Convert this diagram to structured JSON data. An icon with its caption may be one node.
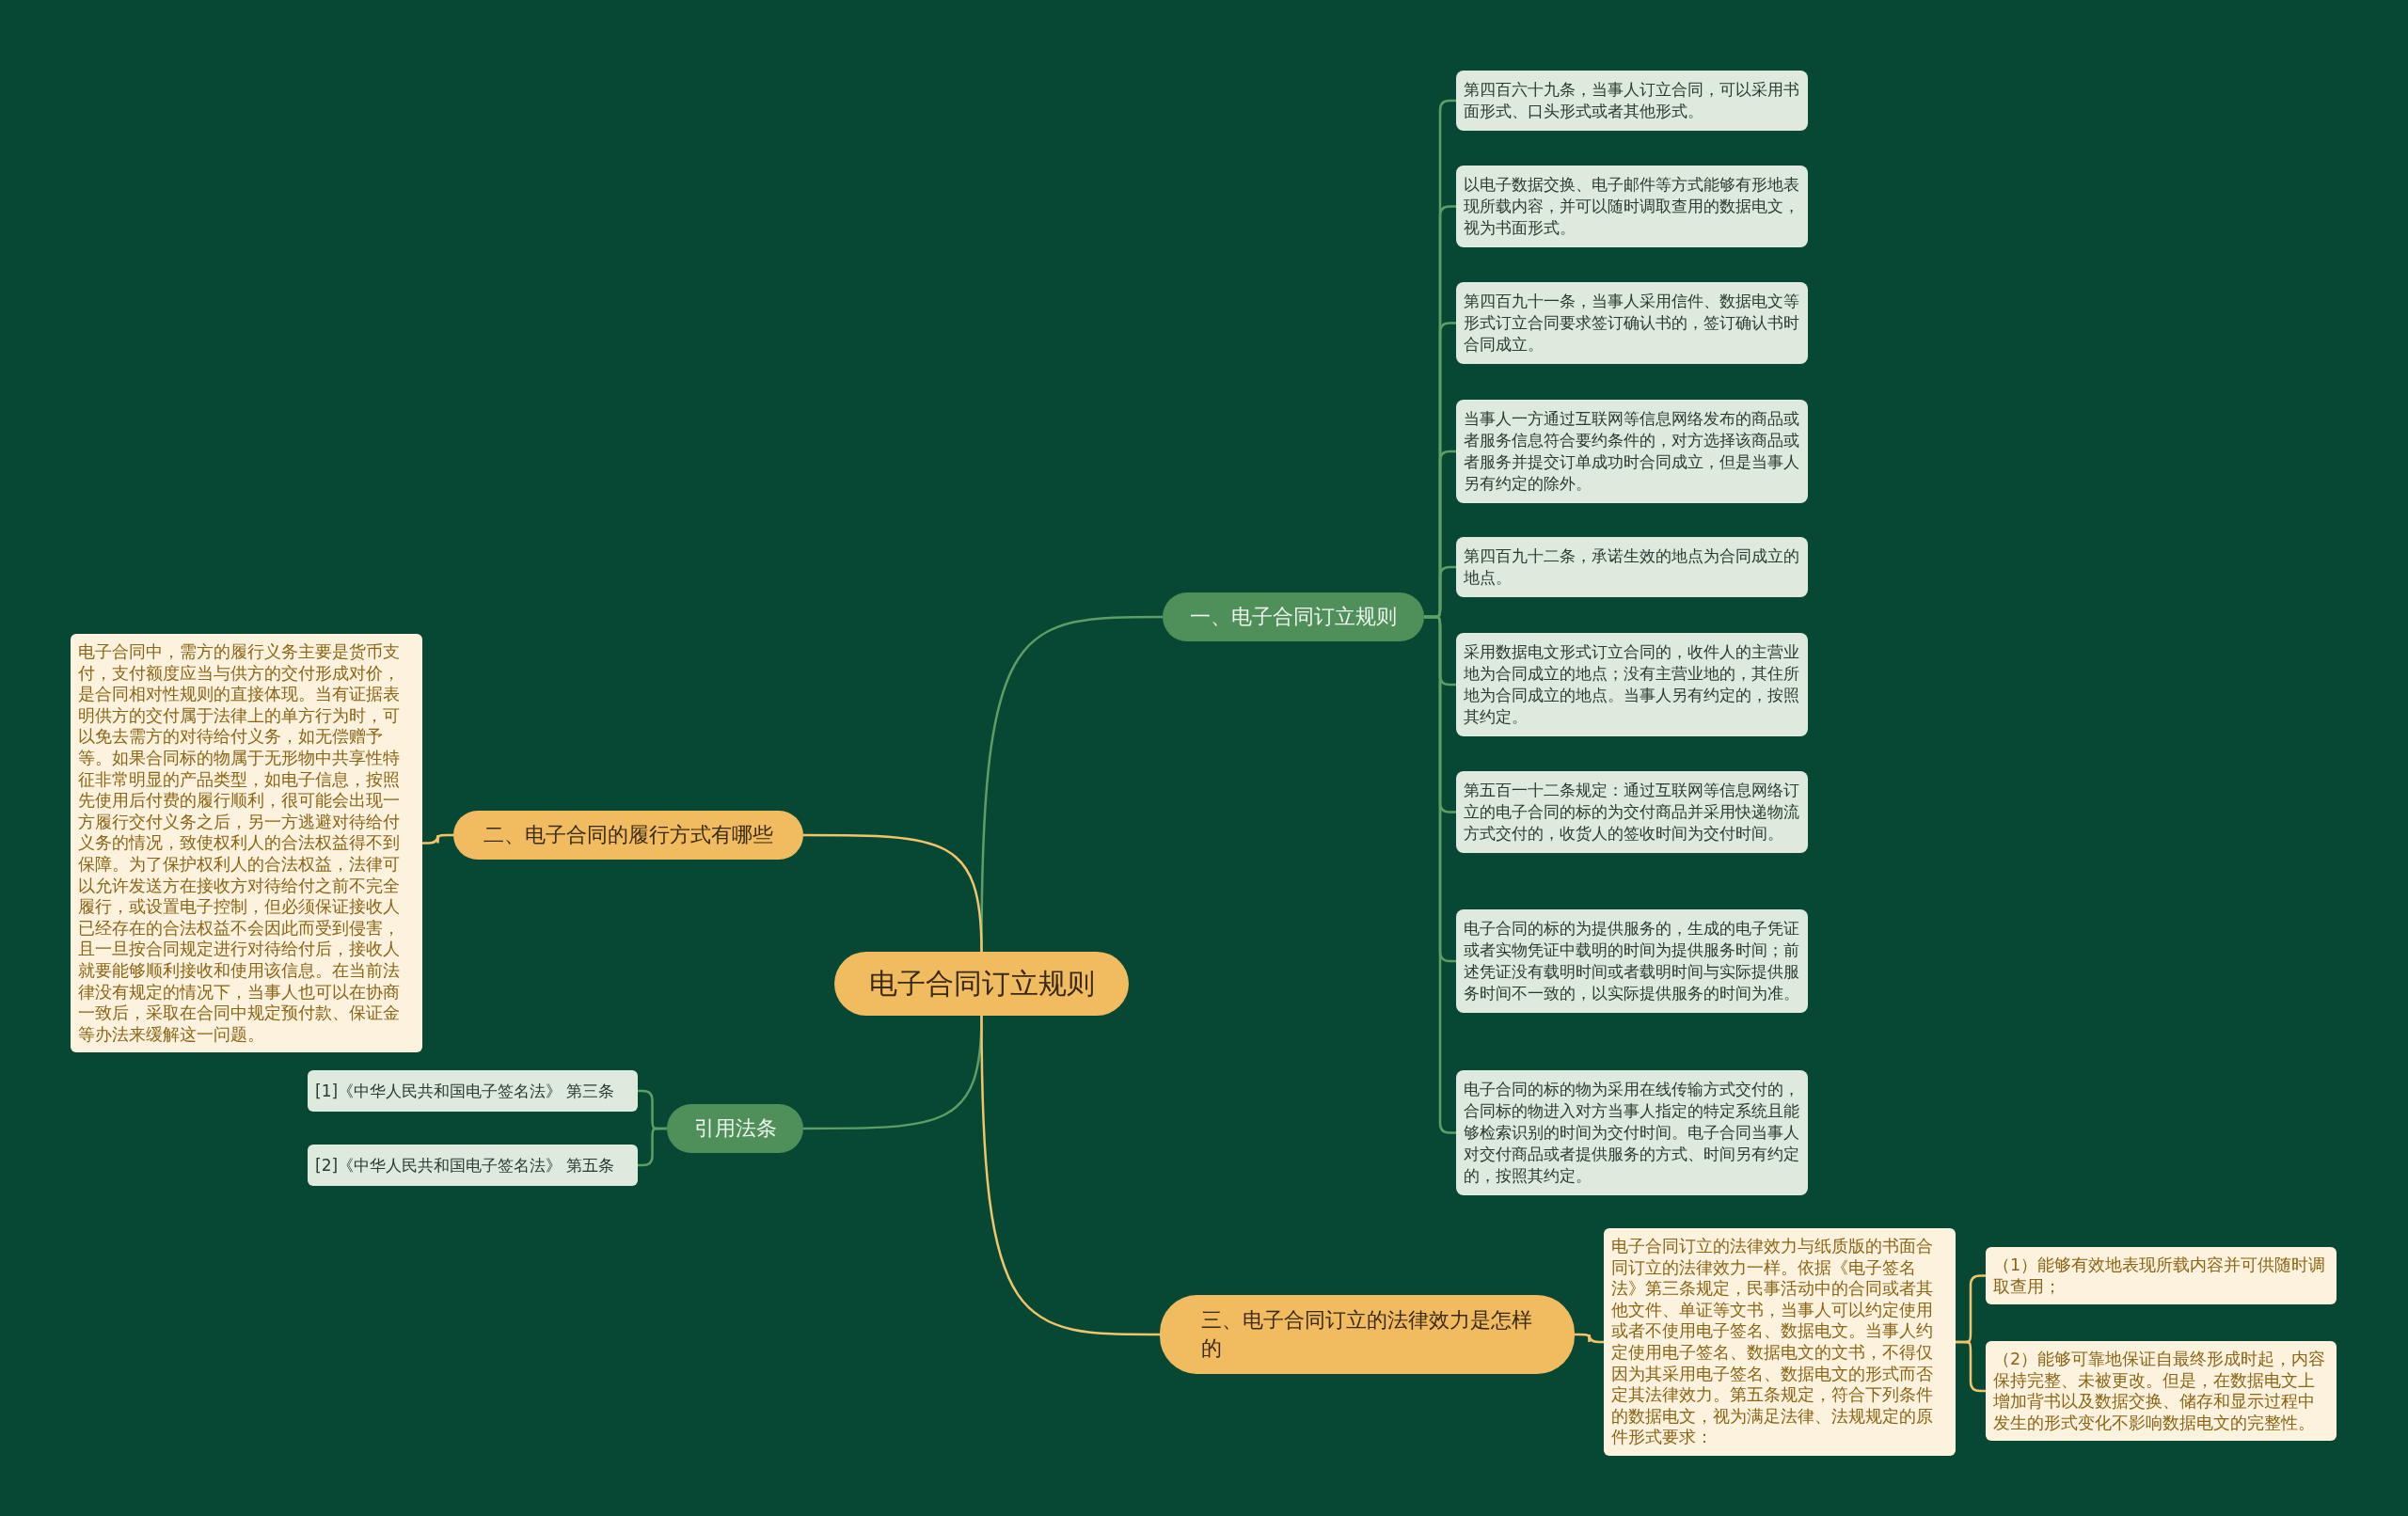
{
  "diagram": {
    "nodes": [
      {
        "text": [
          "电子合同订立规则"
        ]
      },
      {
        "text": [
          "一、电子合同订立规则"
        ]
      },
      {
        "text": [
          "第四百六十九条，当事人订立合同，可以采用书面形式、口头形式或者其他形式。"
        ]
      },
      {
        "text": [
          "以电子数据交换、电子邮件等方式能够有形地表现所载内容，并可以随时调取查用的数据电文，视为书面形式。"
        ]
      },
      {
        "text": [
          "第四百九十一条，当事人采用信件、数据电文等形式订立合同要求签订确认书的，签订确认书时合同成立。"
        ]
      },
      {
        "text": [
          "当事人一方通过互联网等信息网络发布的商品或者服务信息符合要约条件的，对方选择该商品或者服务并提交订单成功时合同成立，但是当事人另有约定的除外。"
        ]
      },
      {
        "text": [
          "第四百九十二条，承诺生效的地点为合同成立的地点。"
        ]
      },
      {
        "text": [
          "采用数据电文形式订立合同的，收件人的主营业地为合同成立的地点；没有主营业地的，其住所地为合同成立的地点。当事人另有约定的，按照其约定。"
        ]
      },
      {
        "text": [
          "第五百一十二条规定：通过互联网等信息网络订立的电子合同的标的为交付商品并采用快递物流方式交付的，收货人的签收时间为交付时间。"
        ]
      },
      {
        "text": [
          "电子合同的标的为提供服务的，生成的电子凭证或者实物凭证中载明的时间为提供服务时间；前述凭证没有载明时间或者载明时间与实际提供服务时间不一致的，以实际提供服务的时间为准。"
        ]
      },
      {
        "text": [
          "电子合同的标的物为采用在线传输方式交付的，合同标的物进入对方当事人指定的特定系统且能够检索识别的时间为交付时间。电子合同当事人对交付商品或者提供服务的方式、时间另有约定的，按照其约定。"
        ]
      },
      {
        "text": [
          "二、电子合同的履行方式有哪些"
        ]
      },
      {
        "text": [
          "电子合同中，需方的履行义务主要是货币支付，支付额度应当与供方的交付形成对价，是合同相对性规则的直接体现。当有证据表明供方的交付属于法律上的单方行为时，可以免去需方的对待给付义务，如无偿赠予等。如果合同标的物属于无形物中共享性特征非常明显的产品类型，如电子信息，按照先使用后付费的履行顺利，很可能会出现一方履行交付义务之后，另一方逃避对待给付义务的情况，致使权利人的合法权益得不到保障。为了保护权利人的合法权益，法律可以允许发送方在接收方对待给付之前不完全履行，或设置电子控制，但必须保证接收人已经存在的合法权益不会因此而受到侵害，且一旦按合同规定进行对待给付后，接收人就要能够顺利接收和使用该信息。在当前法律没有规定的情况下，当事人也可以在协商一致后，采取在合同中规定预付款、保证金等办法来缓解这一问题。"
        ]
      },
      {
        "text": [
          "引用法条"
        ]
      },
      {
        "text": [
          "[1]《中华人民共和国电子签名法》 第三条"
        ]
      },
      {
        "text": [
          "[2]《中华人民共和国电子签名法》 第五条"
        ]
      },
      {
        "text": [
          "三、电子合同订立的法律效力是怎样的"
        ]
      },
      {
        "text": [
          "电子合同订立的法律效力与纸质版的书面合同订立的法律效力一样。依据《电子签名法》第三条规定，民事活动中的合同或者其他文件、单证等文书，当事人可以约定使用或者不使用电子签名、数据电文。当事人约定使用电子签名、数据电文的文书，不得仅因为其采用电子签名、数据电文的形式而否定其法律效力。第五条规定，符合下列条件的数据电文，视为满足法律、法规规定的原件形式要求："
        ]
      },
      {
        "text": [
          "（1）能够有效地表现所载内容并可供随时调取查用；"
        ]
      },
      {
        "text": [
          "（2）能够可靠地保证自最终形成时起，内容保持完整、未被更改。但是，在数据电文上增加背书以及数据交换、储存和显示过程中发生的形式变化不影响数据电文的完整性。"
        ]
      }
    ],
    "edges": [
      {
        "from": 0,
        "to": 1,
        "arrow": "none"
      },
      {
        "from": 1,
        "to": 2,
        "arrow": "none"
      },
      {
        "from": 1,
        "to": 3,
        "arrow": "none"
      },
      {
        "from": 1,
        "to": 4,
        "arrow": "none"
      },
      {
        "from": 1,
        "to": 5,
        "arrow": "none"
      },
      {
        "from": 1,
        "to": 6,
        "arrow": "none"
      },
      {
        "from": 1,
        "to": 7,
        "arrow": "none"
      },
      {
        "from": 1,
        "to": 8,
        "arrow": "none"
      },
      {
        "from": 1,
        "to": 9,
        "arrow": "none"
      },
      {
        "from": 1,
        "to": 10,
        "arrow": "none"
      },
      {
        "from": 0,
        "to": 11,
        "arrow": "none",
        "color": "#f2c46a"
      },
      {
        "from": 11,
        "to": 12,
        "arrow": "none",
        "color": "#f2c46a"
      },
      {
        "from": 0,
        "to": 13,
        "arrow": "none"
      },
      {
        "from": 13,
        "to": 14,
        "arrow": "none"
      },
      {
        "from": 13,
        "to": 15,
        "arrow": "none"
      },
      {
        "from": 0,
        "to": 16,
        "arrow": "none",
        "color": "#f2c46a"
      },
      {
        "from": 16,
        "to": 17,
        "arrow": "none",
        "color": "#f2c46a"
      },
      {
        "from": 17,
        "to": 18,
        "arrow": "none",
        "color": "#f2c46a"
      },
      {
        "from": 17,
        "to": 19,
        "arrow": "none",
        "color": "#f2c46a"
      }
    ]
  }
}
